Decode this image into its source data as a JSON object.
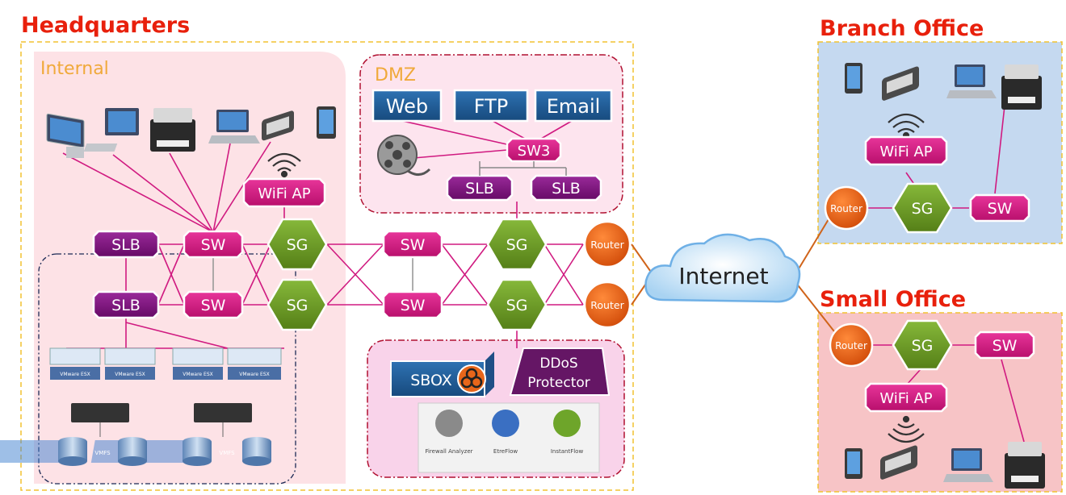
{
  "colors": {
    "title_red": "#e8200c",
    "zone_orange": "#f0a93a",
    "sw_magenta": "#d4167f",
    "slb_purple": "#7d127d",
    "sg_green": "#6a9c22",
    "router_orange": "#e85d12",
    "server_blue": "#1f5c97",
    "link_magenta": "#d01a80",
    "link_orange": "#d0641a"
  },
  "headquarters": {
    "title": "Headquarters",
    "internal_label": "Internal",
    "dmz_label": "DMZ",
    "slb_top": "SLB",
    "slb_bottom": "SLB",
    "sw_top": "SW",
    "sw_bottom": "SW",
    "wifi_ap": "WiFi AP",
    "sg_left_top": "SG",
    "sg_left_bottom": "SG",
    "sw_mid_top": "SW",
    "sw_mid_bottom": "SW",
    "sg_right_top": "SG",
    "sg_right_bottom": "SG",
    "router_top": "Router",
    "router_bottom": "Router",
    "dmz_web": "Web",
    "dmz_ftp": "FTP",
    "dmz_email": "Email",
    "dmz_sw3": "SW3",
    "dmz_slb_left": "SLB",
    "dmz_slb_right": "SLB",
    "sbox": "SBOX",
    "ddos_line1": "DDoS",
    "ddos_line2": "Protector",
    "vmware_labels": [
      "VMware ESX",
      "VMware ESX",
      "VMware ESX",
      "VMware ESX"
    ],
    "vmfs_labels": [
      "VMFS",
      "VMFS"
    ],
    "analyzer_apps": [
      "Firewall Analyzer",
      "EtreFlow",
      "InstantFlow"
    ]
  },
  "internet": {
    "label": "Internet"
  },
  "branch_office": {
    "title": "Branch Office",
    "wifi_ap": "WiFi AP",
    "router": "Router",
    "sg": "SG",
    "sw": "SW"
  },
  "small_office": {
    "title": "Small Office",
    "router": "Router",
    "sg": "SG",
    "sw": "SW",
    "wifi_ap": "WiFi AP"
  },
  "icons": [
    "desktop-icon",
    "laptop-icon",
    "printer-icon",
    "phone-icon",
    "tablet-icon",
    "wifi-icon",
    "film-reel-icon",
    "biohazard-icon",
    "server-rack-icon",
    "database-icon",
    "cloud-icon"
  ]
}
